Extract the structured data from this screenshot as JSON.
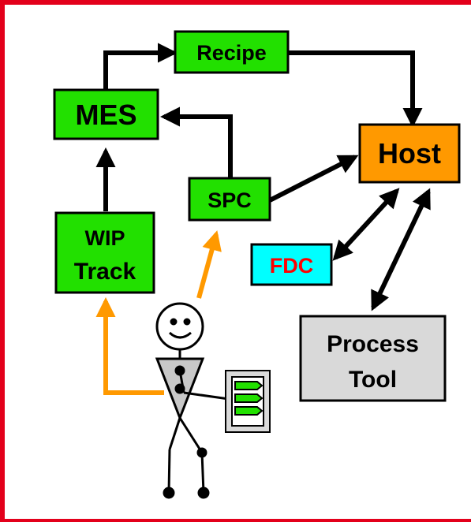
{
  "colors": {
    "frame": "#e3001b",
    "app_node": "#22e000",
    "host_node": "#ff9900",
    "fdc_node": "#00ffff",
    "fdc_text": "#ff0000",
    "tool_node": "#d9d9d9",
    "operator_arrow": "#ff9900",
    "link_arrow": "#000000"
  },
  "nodes": {
    "recipe": {
      "label": "Recipe"
    },
    "mes": {
      "label": "MES"
    },
    "host": {
      "label": "Host"
    },
    "spc": {
      "label": "SPC"
    },
    "wip": {
      "line1": "WIP",
      "line2": "Track"
    },
    "fdc": {
      "label": "FDC"
    },
    "tool": {
      "line1": "Process",
      "line2": "Tool"
    }
  },
  "operator": {
    "description_icon": "stick-figure-operator",
    "device_icon": "wafer-carrier-icon"
  },
  "edges": [
    {
      "from": "mes",
      "to": "recipe",
      "style": "one-way"
    },
    {
      "from": "recipe",
      "to": "host",
      "style": "one-way"
    },
    {
      "from": "spc",
      "to": "mes",
      "style": "one-way"
    },
    {
      "from": "spc",
      "to": "host",
      "style": "one-way"
    },
    {
      "from": "wip",
      "to": "mes",
      "style": "one-way"
    },
    {
      "from": "host",
      "to": "fdc",
      "style": "two-way"
    },
    {
      "from": "host",
      "to": "tool",
      "style": "two-way"
    },
    {
      "from": "operator",
      "to": "wip",
      "style": "one-way",
      "color": "operator"
    },
    {
      "from": "operator",
      "to": "spc",
      "style": "one-way",
      "color": "operator"
    }
  ]
}
